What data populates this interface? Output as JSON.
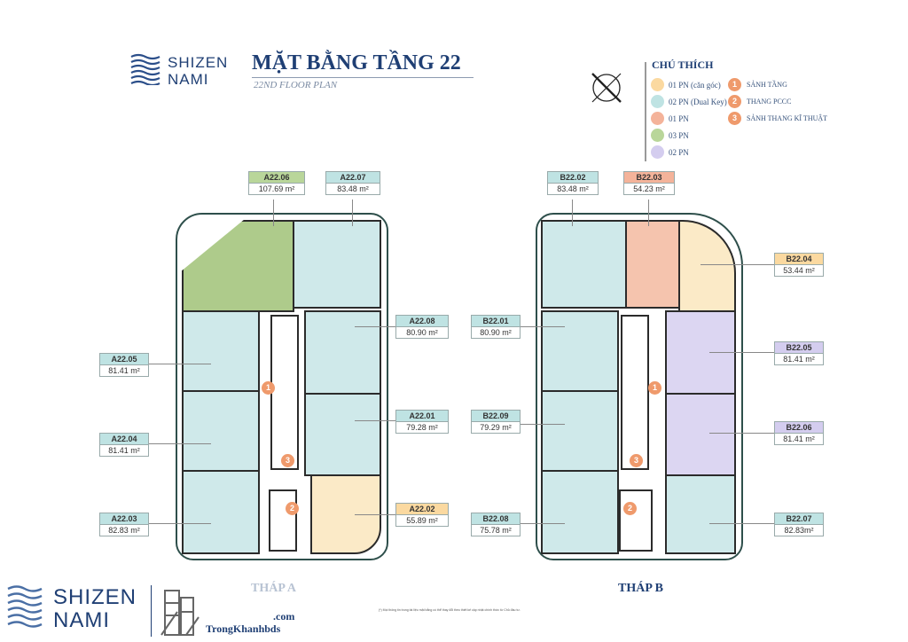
{
  "brand": {
    "line1": "SHIZEN",
    "line2": "NAMI"
  },
  "header": {
    "title": "MẶT BẰNG TẦNG 22",
    "subtitle": "22ND FLOOR PLAN"
  },
  "compass_icon": "north-arrow-circle-icon",
  "legend": {
    "title": "CHÚ THÍCH",
    "unit_types": [
      {
        "label": "01 PN (căn góc)",
        "color": "#fbd9a0"
      },
      {
        "label": "02 PN (Dual Key)",
        "color": "#bfe3e3"
      },
      {
        "label": "01 PN",
        "color": "#f4b39a"
      },
      {
        "label": "03 PN",
        "color": "#b9d69a"
      },
      {
        "label": "02 PN",
        "color": "#d4cdef"
      }
    ],
    "markers": [
      {
        "num": "1",
        "label": "SẢNH TẦNG"
      },
      {
        "num": "2",
        "label": "THANG PCCC"
      },
      {
        "num": "3",
        "label": "SẢNH THANG KĨ THUẬT"
      }
    ]
  },
  "towers": {
    "a": {
      "name": "THÁP A",
      "units": {
        "a06": {
          "code": "A22.06",
          "area": "107.69 m²",
          "color": "#b9d69a"
        },
        "a07": {
          "code": "A22.07",
          "area": "83.48 m²",
          "color": "#bfe3e3"
        },
        "a08": {
          "code": "A22.08",
          "area": "80.90 m²",
          "color": "#bfe3e3"
        },
        "a05": {
          "code": "A22.05",
          "area": "81.41 m²",
          "color": "#bfe3e3"
        },
        "a01": {
          "code": "A22.01",
          "area": "79.28 m²",
          "color": "#bfe3e3"
        },
        "a04": {
          "code": "A22.04",
          "area": "81.41 m²",
          "color": "#bfe3e3"
        },
        "a03": {
          "code": "A22.03",
          "area": "82.83 m²",
          "color": "#bfe3e3"
        },
        "a02": {
          "code": "A22.02",
          "area": "55.89 m²",
          "color": "#fbd9a0"
        }
      }
    },
    "b": {
      "name": "THÁP B",
      "units": {
        "b02": {
          "code": "B22.02",
          "area": "83.48 m²",
          "color": "#bfe3e3"
        },
        "b03": {
          "code": "B22.03",
          "area": "54.23 m²",
          "color": "#f4b39a"
        },
        "b04": {
          "code": "B22.04",
          "area": "53.44 m²",
          "color": "#fbd9a0"
        },
        "b01": {
          "code": "B22.01",
          "area": "80.90 m²",
          "color": "#bfe3e3"
        },
        "b05": {
          "code": "B22.05",
          "area": "81.41 m²",
          "color": "#d4cdef"
        },
        "b09": {
          "code": "B22.09",
          "area": "79.29 m²",
          "color": "#bfe3e3"
        },
        "b06": {
          "code": "B22.06",
          "area": "81.41 m²",
          "color": "#d4cdef"
        },
        "b08": {
          "code": "B22.08",
          "area": "75.78 m²",
          "color": "#bfe3e3"
        },
        "b07": {
          "code": "B22.07",
          "area": "82.83m²",
          "color": "#bfe3e3"
        }
      }
    }
  },
  "core_markers": [
    "1",
    "2",
    "3"
  ],
  "footer": {
    "watermark_com": ".com",
    "watermark_name": "TrongKhanhbds",
    "note": "(*) Mọi thông tin trong tài liệu mặt bằng có thể thay đổi theo thiết kế cập nhật chính thức từ Chủ đầu tư."
  }
}
